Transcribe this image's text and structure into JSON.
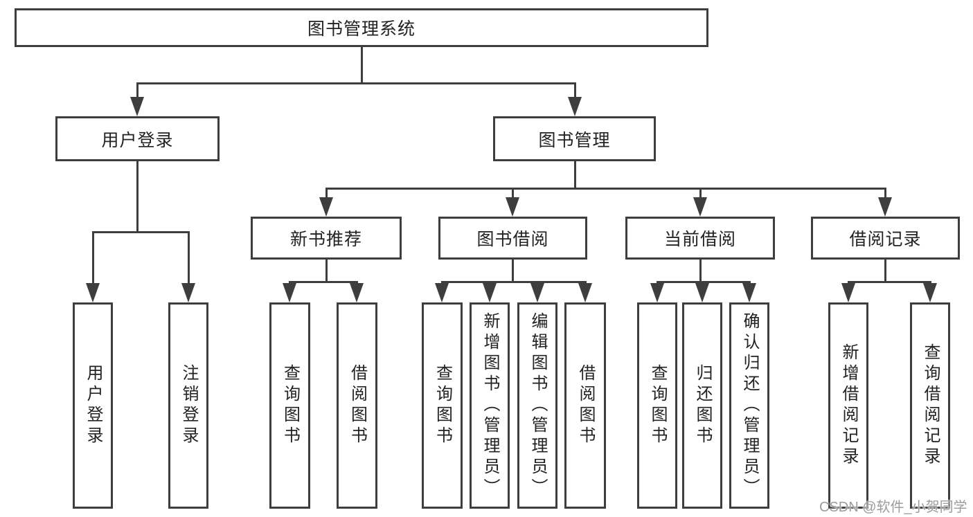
{
  "title": "图书管理系统",
  "watermark": "CSDN @软件_小贺同学",
  "colors": {
    "line": "#3e3e3e",
    "text": "#222222",
    "watermark": "#9c9c9c",
    "background": "#ffffff"
  },
  "nodes": {
    "root": {
      "label": "图书管理系统"
    },
    "user_login": {
      "label": "用户登录"
    },
    "book_mgmt": {
      "label": "图书管理"
    },
    "new_book_rec": {
      "label": "新书推荐"
    },
    "book_borrow": {
      "label": "图书借阅"
    },
    "current_borrow": {
      "label": "当前借阅"
    },
    "borrow_records": {
      "label": "借阅记录"
    },
    "leaf_user_login": {
      "label": "用户登录"
    },
    "leaf_logout": {
      "label": "注销登录"
    },
    "leaf_nb_query": {
      "label": "查询图书"
    },
    "leaf_nb_borrow": {
      "label": "借阅图书"
    },
    "leaf_bb_query": {
      "label": "查询图书"
    },
    "leaf_bb_add": {
      "label": "新增图书（管理员）"
    },
    "leaf_bb_edit": {
      "label": "编辑图书（管理员）"
    },
    "leaf_bb_borrow": {
      "label": "借阅图书"
    },
    "leaf_cb_query": {
      "label": "查询图书"
    },
    "leaf_cb_return": {
      "label": "归还图书"
    },
    "leaf_cb_confirm": {
      "label": "确认归还（管理员）"
    },
    "leaf_br_add": {
      "label": "新增借阅记录"
    },
    "leaf_br_query": {
      "label": "查询借阅记录"
    }
  },
  "hierarchy": {
    "label": "图书管理系统",
    "children": [
      {
        "label": "用户登录",
        "children": [
          {
            "label": "用户登录"
          },
          {
            "label": "注销登录"
          }
        ]
      },
      {
        "label": "图书管理",
        "children": [
          {
            "label": "新书推荐",
            "children": [
              {
                "label": "查询图书"
              },
              {
                "label": "借阅图书"
              }
            ]
          },
          {
            "label": "图书借阅",
            "children": [
              {
                "label": "查询图书"
              },
              {
                "label": "新增图书（管理员）"
              },
              {
                "label": "编辑图书（管理员）"
              },
              {
                "label": "借阅图书"
              }
            ]
          },
          {
            "label": "当前借阅",
            "children": [
              {
                "label": "查询图书"
              },
              {
                "label": "归还图书"
              },
              {
                "label": "确认归还（管理员）"
              }
            ]
          },
          {
            "label": "借阅记录",
            "children": [
              {
                "label": "新增借阅记录"
              },
              {
                "label": "查询借阅记录"
              }
            ]
          }
        ]
      }
    ]
  }
}
